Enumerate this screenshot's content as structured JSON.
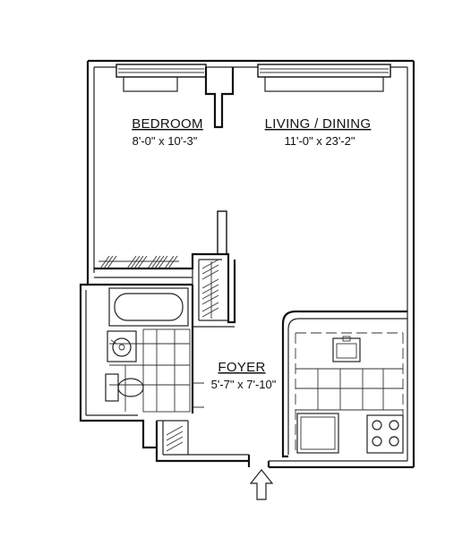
{
  "rooms": {
    "bedroom": {
      "name": "BEDROOM",
      "dims": "8'-0\" x 10'-3\""
    },
    "living": {
      "name": "LIVING / DINING",
      "dims": "11'-0\" x 23'-2\""
    },
    "foyer": {
      "name": "FOYER",
      "dims": "5'-7\" x 7'-10\""
    }
  },
  "icons": {
    "entry": "entry-arrow-icon"
  },
  "colors": {
    "line": "#111111",
    "background": "#ffffff"
  }
}
